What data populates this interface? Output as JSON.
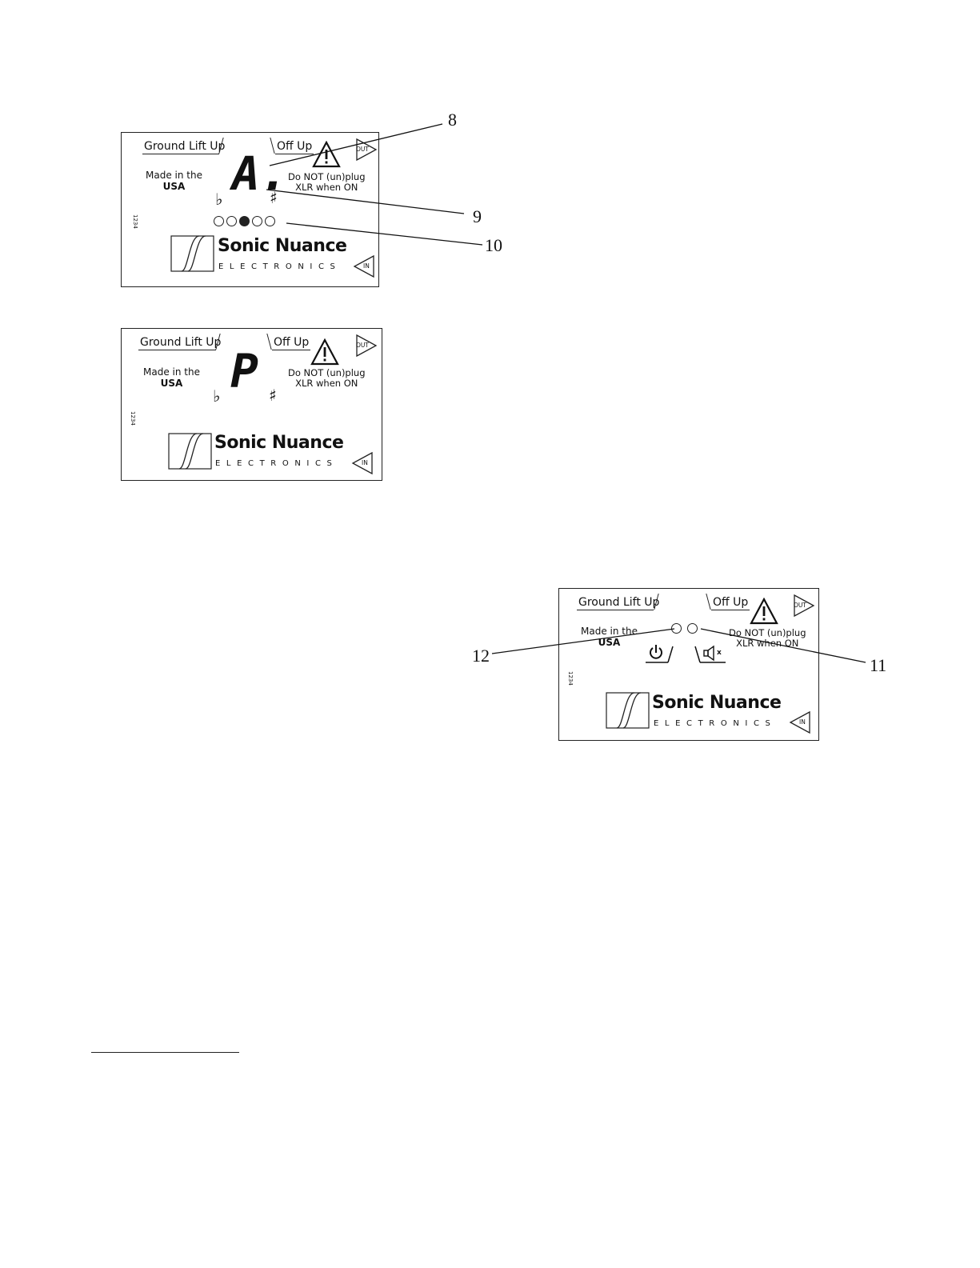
{
  "panel_common": {
    "ground_lift": "Ground Lift Up",
    "off_up": "Off Up",
    "made_in": "Made in the",
    "usa": "USA",
    "warning_line1": "Do NOT (un)plug",
    "warning_line2": "XLR when ON",
    "out_label": "OUT",
    "in_label": "IN",
    "serial": "1234",
    "brand": "Sonic Nuance",
    "brand_sub": "ELECTRONICS",
    "flat": "♭",
    "sharp": "♯"
  },
  "panel1": {
    "digit": "A.",
    "leds": [
      false,
      false,
      true,
      false,
      false
    ]
  },
  "panel2": {
    "digit": "P"
  },
  "callouts": {
    "c8": "8",
    "c9": "9",
    "c10": "10",
    "c11": "11",
    "c12": "12"
  },
  "icons": [
    "warning-icon",
    "power-icon",
    "mute-icon",
    "out-arrow-icon",
    "in-arrow-icon",
    "logo-icon"
  ]
}
